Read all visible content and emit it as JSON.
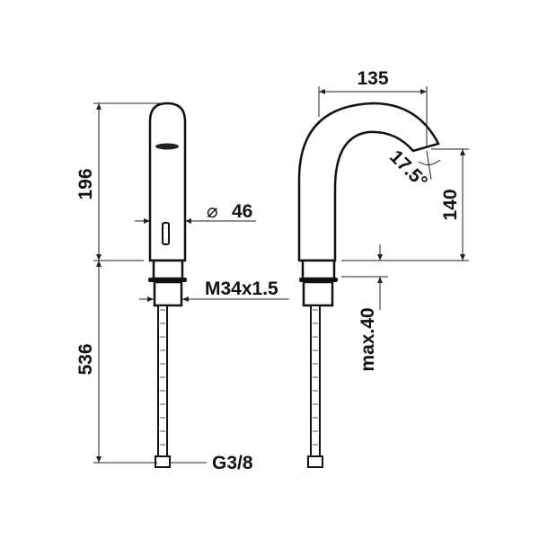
{
  "dimensions": {
    "height_upper": "196",
    "height_lower": "536",
    "diameter_symbol": "⌀",
    "diameter": "46",
    "thread": "M34x1.5",
    "connection": "G3/8",
    "reach": "135",
    "spout_height": "140",
    "spout_angle": "17.5°",
    "max_thickness": "max.40"
  },
  "colors": {
    "line": "#111111",
    "background": "#ffffff"
  }
}
